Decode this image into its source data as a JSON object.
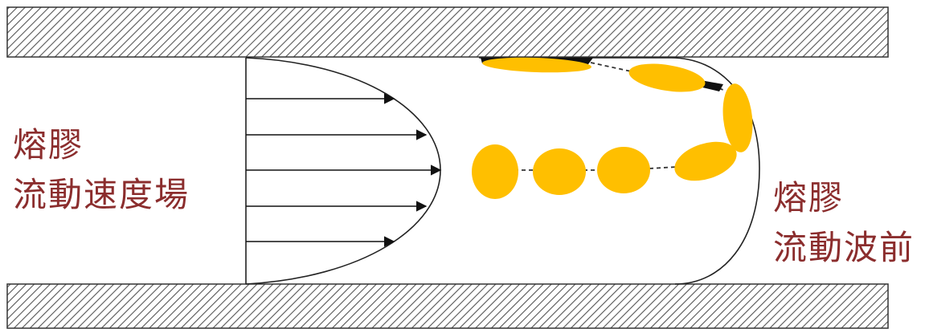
{
  "labels": {
    "velocity_field_line1": "熔膠",
    "velocity_field_line2": "流動速度場",
    "flow_front_line1": "熔膠",
    "flow_front_line2": "流動波前"
  },
  "colors": {
    "label_text": "#8b2d2d",
    "filler_particle": "#ffbf00",
    "outline": "#333333",
    "wall_hatch": "#555555"
  },
  "icons": {
    "wall": "hatched-wall",
    "particle": "ellipse"
  }
}
